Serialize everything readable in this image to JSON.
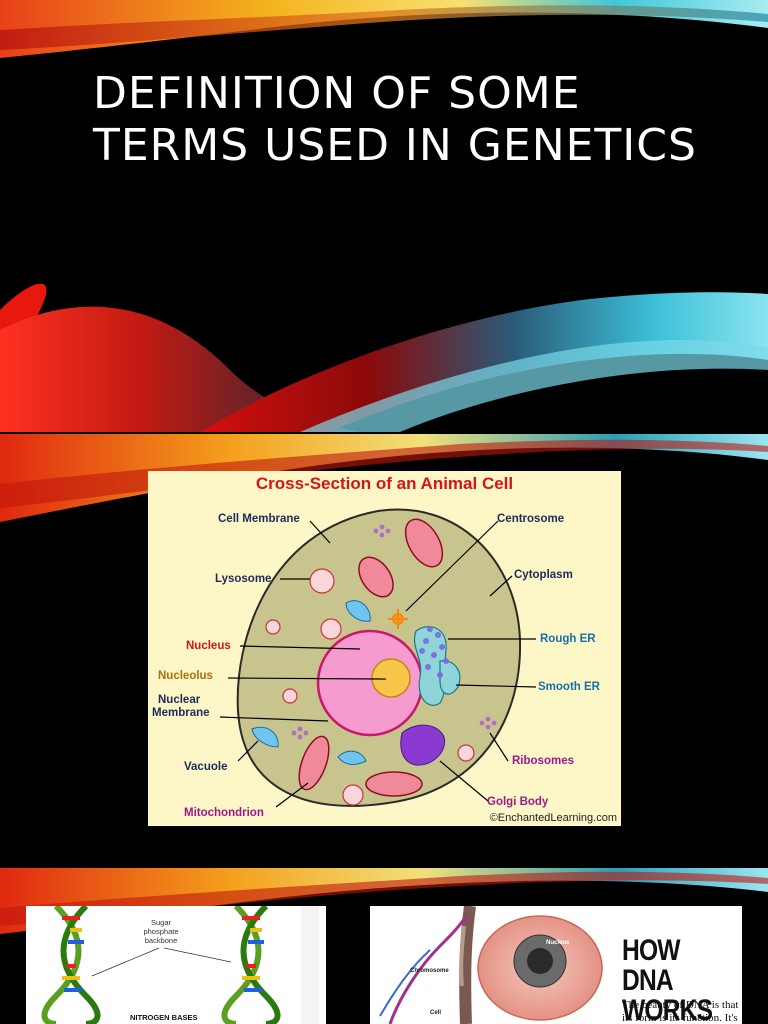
{
  "slide1": {
    "title": "Definition of some terms used in genetics"
  },
  "slide2": {
    "diagram_title": "Cross-Section of an Animal Cell",
    "labels": {
      "cell_membrane": "Cell Membrane",
      "lysosome": "Lysosome",
      "nucleus": "Nucleus",
      "nucleolus": "Nucleolus",
      "nuclear_membrane_1": "Nuclear",
      "nuclear_membrane_2": "Membrane",
      "vacuole": "Vacuole",
      "mitochondrion": "Mitochondrion",
      "centrosome": "Centrosome",
      "cytoplasm": "Cytoplasm",
      "rough_er": "Rough ER",
      "smooth_er": "Smooth ER",
      "ribosomes": "Ribosomes",
      "golgi_body": "Golgi Body"
    },
    "credit": "©EnchantedLearning.com",
    "colors": {
      "cytoplasm": "#c8c48e",
      "nucleus": "#f59bd0",
      "nucleolus": "#f8c64a",
      "title_red": "#d4141a"
    }
  },
  "slide3": {
    "left": {
      "label_sugar_1": "Sugar",
      "label_sugar_2": "phosphate",
      "label_sugar_3": "backbone",
      "label_bases": "NITROGEN BASES"
    },
    "right": {
      "heading_1": "HOW DNA",
      "heading_2": "WORKS",
      "body": "The beauty of DNA is that its form is its function. It's",
      "label_chromosome": "Chromosome",
      "label_nucleus": "Nucleus",
      "label_cell": "Cell"
    }
  }
}
